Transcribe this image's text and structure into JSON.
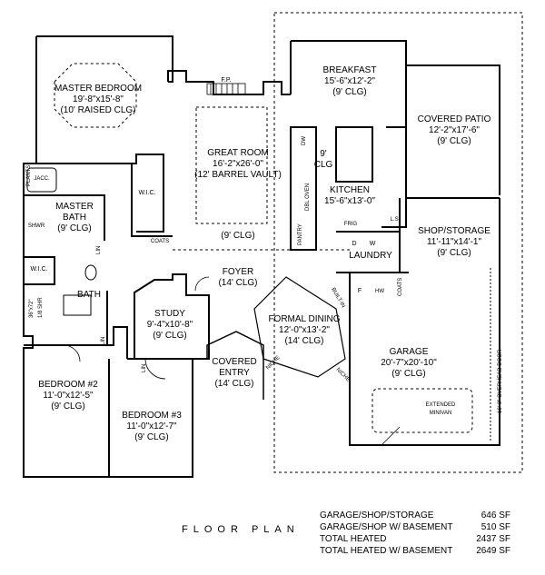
{
  "rooms": {
    "master_bedroom": {
      "name": "MASTER BEDROOM",
      "dims": "19'-8\"x15'-8\"",
      "ceiling": "(10' RAISED CLG)"
    },
    "great_room": {
      "name": "GREAT ROOM",
      "dims": "16'-2\"x26'-0\"",
      "ceiling": "(12' BARREL VAULT)",
      "ceiling2": "(9' CLG)"
    },
    "breakfast": {
      "name": "BREAKFAST",
      "dims": "15'-6\"x12'-2\"",
      "ceiling": "(9' CLG)"
    },
    "covered_patio": {
      "name": "COVERED PATIO",
      "dims": "12'-2\"x17'-6\"",
      "ceiling": "(9' CLG)"
    },
    "kitchen": {
      "name": "KITCHEN",
      "dims": "15'-6\"x13'-0\"",
      "ceiling_a": "9'",
      "ceiling_b": "CLG"
    },
    "master_bath": {
      "name_a": "MASTER",
      "name_b": "BATH",
      "ceiling": "(9' CLG)"
    },
    "shop_storage": {
      "name": "SHOP/STORAGE",
      "dims": "11'-11\"x14'-1\"",
      "ceiling": "(9' CLG)"
    },
    "foyer": {
      "name": "FOYER",
      "ceiling": "(14' CLG)"
    },
    "laundry": {
      "name": "LAUNDRY"
    },
    "study": {
      "name": "STUDY",
      "dims": "9'-4\"x10'-8\"",
      "ceiling": "(9' CLG)"
    },
    "formal_dining": {
      "name": "FORMAL DINING",
      "dims": "12'-0\"x13'-2\"",
      "ceiling": "(14' CLG)"
    },
    "bath": {
      "name": "BATH"
    },
    "garage": {
      "name": "GARAGE",
      "dims": "20'-7\"x20'-10\"",
      "ceiling": "(9' CLG)"
    },
    "covered_entry": {
      "name_a": "COVERED",
      "name_b": "ENTRY",
      "ceiling": "(14' CLG)"
    },
    "bedroom2": {
      "name": "BEDROOM #2",
      "dims": "11'-0\"x12'-5\"",
      "ceiling": "(9' CLG)"
    },
    "bedroom3": {
      "name": "BEDROOM #3",
      "dims": "11'-0\"x12'-7\"",
      "ceiling": "(9' CLG)"
    }
  },
  "fixtures": {
    "fireplace": "F.P.",
    "jacuzzi": "JACC.",
    "plants": "PLANTS",
    "wic1": "W.I.C.",
    "wic2": "W.I.C.",
    "shwr": "SHWR",
    "lin1": "LIN",
    "lin2": "LIN",
    "lin3": "LIN",
    "coats1": "COATS",
    "coats2": "COATS",
    "pantry": "PANTRY",
    "dw": "DW",
    "oven": "DBL OVEN",
    "frig": "FRIG",
    "washer": "W",
    "dryer": "D",
    "freezer": "F",
    "hw": "HW",
    "built_in": "BUILT-IN",
    "niche1": "NICHE",
    "niche2": "NICHE",
    "shelf1": "36\"x72\"",
    "shelf2": "1/8 SHR",
    "ls": "L.S.",
    "extended_minivan_a": "EXTENDED",
    "extended_minivan_b": "MINIVAN",
    "overhead_door": "16'-0\" OVERHEAD DOOR"
  },
  "title": "FLOOR PLAN",
  "areas": [
    {
      "label": "GARAGE/SHOP/STORAGE",
      "value": "646 SF"
    },
    {
      "label": "GARAGE/SHOP W/ BASEMENT",
      "value": "510 SF"
    },
    {
      "label": "TOTAL HEATED",
      "value": "2437 SF"
    },
    {
      "label": "TOTAL HEATED W/ BASEMENT",
      "value": "2649 SF"
    }
  ]
}
